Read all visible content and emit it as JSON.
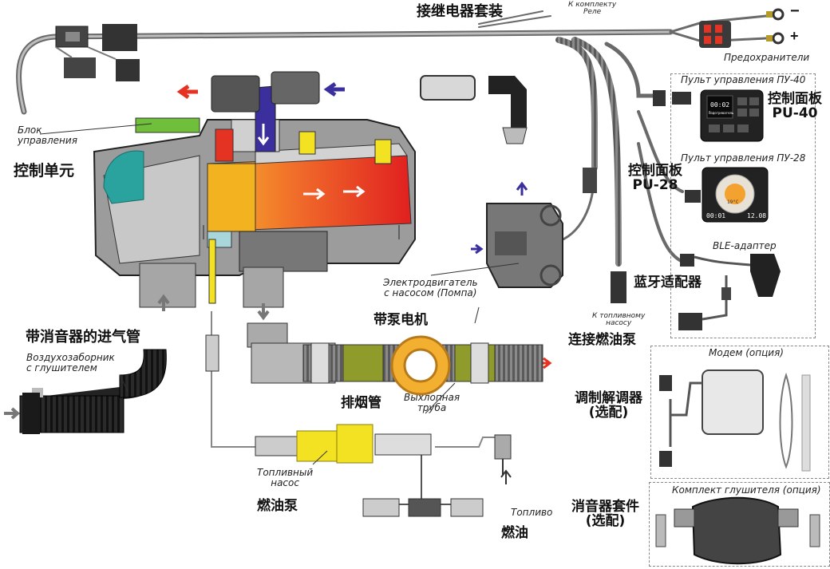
{
  "labels": {
    "relay_kit_cn": "接继电器套装",
    "relay_ru": "К комплекту\nРеле",
    "fuses_ru": "Предохранители",
    "minus": "−",
    "plus": "+",
    "control_unit_ru": "Блок\nуправления",
    "control_unit_cn": "控制单元",
    "pu40_ru": "Пульт управления ПУ-40",
    "pu40_cn": "控制面板\nPU-40",
    "pu28_ru": "Пульт управления ПУ-28",
    "pu28_cn": "控制面板\nPU-28",
    "ble_ru": "BLE-адаптер",
    "bluetooth_cn": "蓝牙适配器",
    "fuel_pump_conn_ru": "К топливному\nнасосу",
    "fuel_pump_conn_cn": "连接燃油泵",
    "motor_ru": "Электродвигатель\nс насосом (Помпа)",
    "motor_cn": "带泵电机",
    "intake_cn": "带消音器的进气管",
    "intake_ru": "Воздухозаборник\nс глушителем",
    "exhaust_cn": "排烟管",
    "exhaust_ru": "Выхлопная\nтруба",
    "modem_ru": "Модем (опция)",
    "modem_cn": "调制解调器\n(选配)",
    "fuelpump_ru": "Топливный\nнасос",
    "fuelpump_cn": "燃油泵",
    "silencer_ru": "Комплект глушителя (опция)",
    "silencer_cn": "消音器套件\n(选配)",
    "fuel_ru": "Топливо",
    "fuel_cn": "燃油"
  },
  "pu40_screen": {
    "time": "00:02",
    "status": "Подогреватель"
  },
  "pu28_screen": {
    "left": "00:01",
    "right": "12.08",
    "temp": "19°C"
  },
  "colors": {
    "hot": "#e53323",
    "warm": "#f39a2a",
    "cold_flow": "#3a2f9c",
    "body": "#8d8d8d",
    "water_jacket": "#d9d9d9",
    "teal": "#2aa39e",
    "green": "#6fbf3a",
    "yellow": "#f2e222",
    "hose": "#6a6a6a"
  }
}
